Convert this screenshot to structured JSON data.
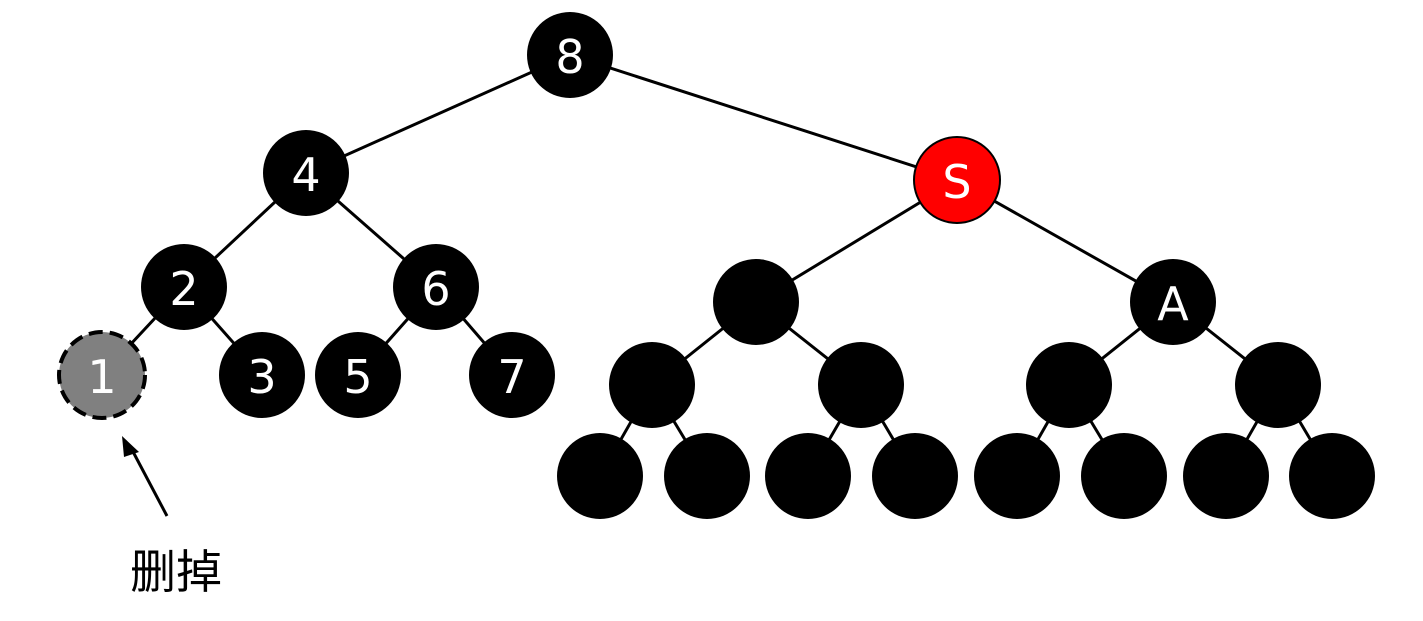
{
  "colors": {
    "node": "#000000",
    "highlight": "#ff0000",
    "deleted": "#808080",
    "label": "#ffffff",
    "edge": "#000000"
  },
  "tree": {
    "nodes": [
      {
        "id": "n8",
        "label": "8",
        "kind": "normal"
      },
      {
        "id": "n4",
        "label": "4",
        "kind": "normal"
      },
      {
        "id": "nS",
        "label": "S",
        "kind": "highlight"
      },
      {
        "id": "n2",
        "label": "2",
        "kind": "normal"
      },
      {
        "id": "n6",
        "label": "6",
        "kind": "normal"
      },
      {
        "id": "n1",
        "label": "1",
        "kind": "deleted"
      },
      {
        "id": "n3",
        "label": "3",
        "kind": "normal"
      },
      {
        "id": "n5",
        "label": "5",
        "kind": "normal"
      },
      {
        "id": "n7",
        "label": "7",
        "kind": "normal"
      },
      {
        "id": "u1",
        "label": "",
        "kind": "normal"
      },
      {
        "id": "nA",
        "label": "A",
        "kind": "normal"
      },
      {
        "id": "u2",
        "label": "",
        "kind": "normal"
      },
      {
        "id": "u3",
        "label": "",
        "kind": "normal"
      },
      {
        "id": "u4",
        "label": "",
        "kind": "normal"
      },
      {
        "id": "u5",
        "label": "",
        "kind": "normal"
      },
      {
        "id": "l1",
        "label": "",
        "kind": "normal"
      },
      {
        "id": "l2",
        "label": "",
        "kind": "normal"
      },
      {
        "id": "l3",
        "label": "",
        "kind": "normal"
      },
      {
        "id": "l4",
        "label": "",
        "kind": "normal"
      },
      {
        "id": "l5",
        "label": "",
        "kind": "normal"
      },
      {
        "id": "l6",
        "label": "",
        "kind": "normal"
      },
      {
        "id": "l7",
        "label": "",
        "kind": "normal"
      },
      {
        "id": "l8",
        "label": "",
        "kind": "normal"
      }
    ],
    "edges": [
      [
        "n8",
        "n4"
      ],
      [
        "n8",
        "nS"
      ],
      [
        "n4",
        "n2"
      ],
      [
        "n4",
        "n6"
      ],
      [
        "n2",
        "n1"
      ],
      [
        "n2",
        "n3"
      ],
      [
        "n6",
        "n5"
      ],
      [
        "n6",
        "n7"
      ],
      [
        "nS",
        "u1"
      ],
      [
        "nS",
        "nA"
      ],
      [
        "u1",
        "u2"
      ],
      [
        "u1",
        "u3"
      ],
      [
        "nA",
        "u4"
      ],
      [
        "nA",
        "u5"
      ],
      [
        "u2",
        "l1"
      ],
      [
        "u2",
        "l2"
      ],
      [
        "u3",
        "l3"
      ],
      [
        "u3",
        "l4"
      ],
      [
        "u4",
        "l5"
      ],
      [
        "u4",
        "l6"
      ],
      [
        "u5",
        "l7"
      ],
      [
        "u5",
        "l8"
      ]
    ]
  },
  "annotation": {
    "text": "删掉",
    "target": "n1"
  }
}
